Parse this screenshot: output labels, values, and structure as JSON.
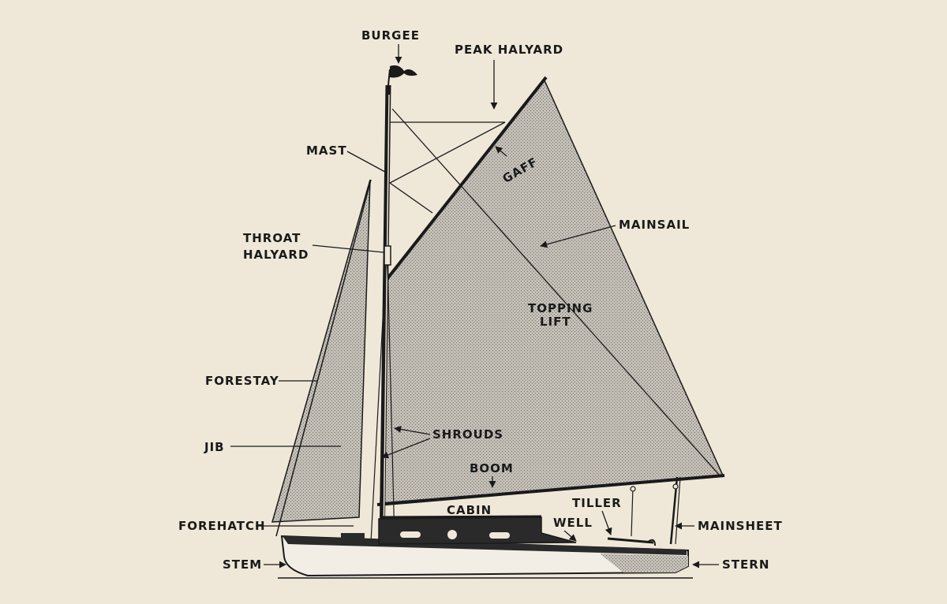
{
  "labels": {
    "burgee": "BURGEE",
    "peak_halyard": "PEAK HALYARD",
    "mast": "MAST",
    "gaff": "GAFF",
    "mainsail": "MAINSAIL",
    "throat_halyard_1": "THROAT",
    "throat_halyard_2": "HALYARD",
    "topping_lift_1": "TOPPING",
    "topping_lift_2": "LIFT",
    "forestay": "FORESTAY",
    "jib": "JIB",
    "shrouds": "SHROUDS",
    "boom": "BOOM",
    "cabin": "CABIN",
    "tiller": "TILLER",
    "well": "WELL",
    "mainsheet": "MAINSHEET",
    "forehatch": "FOREHATCH",
    "stem": "STEM",
    "stern": "STERN"
  },
  "colors": {
    "paper": "#efe8d8",
    "ink": "#1a1a1a",
    "sail": "#b9b5ad",
    "hull_light": "#f2eee6",
    "hull_dark": "#2a2a2a"
  }
}
